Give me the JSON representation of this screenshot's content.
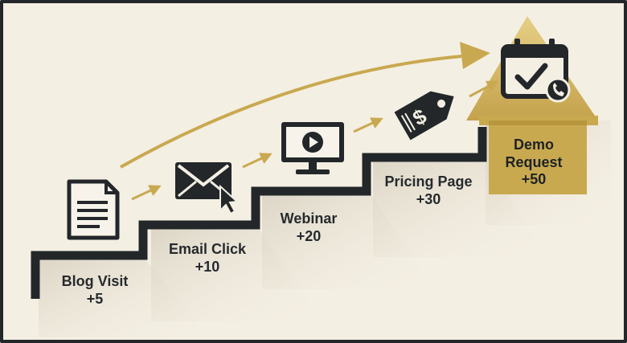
{
  "steps": [
    {
      "name": "Blog Visit",
      "points": "+5",
      "icon": "document-icon"
    },
    {
      "name": "Email Click",
      "points": "+10",
      "icon": "envelope-cursor-icon"
    },
    {
      "name": "Webinar",
      "points": "+20",
      "icon": "monitor-play-icon"
    },
    {
      "name": "Pricing Page",
      "points": "+30",
      "icon": "price-tag-icon"
    },
    {
      "name": "Demo Request",
      "points": "+50",
      "icon": "calendar-check-phone-icon"
    }
  ],
  "colors": {
    "background": "#f4efe3",
    "stairs": "#23272a",
    "accent_gold": "#c9a950",
    "icon_dark": "#23272a"
  }
}
